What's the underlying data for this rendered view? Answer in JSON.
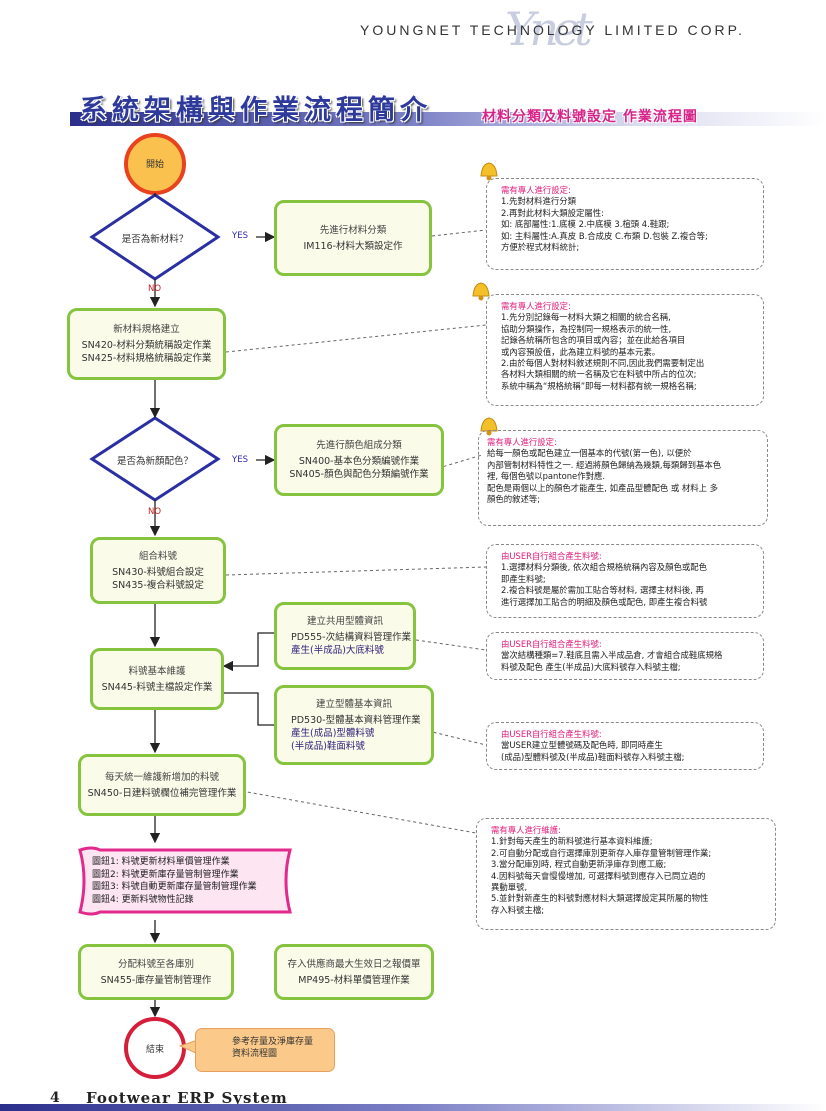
{
  "header": {
    "company": "YOUNGNET TECHNOLOGY LIMITED CORP.",
    "logo_mark": "Ynet",
    "title": "系統架構與作業流程簡介",
    "subtitle": "材料分類及料號設定  作業流程圖"
  },
  "flow": {
    "start": "開始",
    "end": "結束",
    "yes": "YES",
    "no": "NO",
    "decision1": "是否為新材料？",
    "decision2": "是否為新顏配色？",
    "box_material_class": {
      "title": "先進行材料分類",
      "lines": [
        "IM116-材料大類設定作"
      ]
    },
    "box_spec_setup": {
      "title": "新材料規格建立",
      "lines": [
        "SN420-材料分類統稱設定作業",
        "SN425-材料規格統稱設定作業"
      ]
    },
    "box_color_class": {
      "title": "先進行顏色組成分類",
      "lines": [
        "SN400-基本色分類編號作業",
        "SN405-顏色與配色分類編號作業"
      ]
    },
    "box_combine": {
      "title": "組合料號",
      "lines": [
        "SN430-料號組合設定",
        "SN435-複合料號設定"
      ]
    },
    "box_common_body": {
      "title": "建立共用型體資訊",
      "lines": [
        "PD555-次結構資料管理作業"
      ],
      "purple": [
        "產生(半成品)大底料號"
      ]
    },
    "box_item_maint": {
      "title": "料號基本維護",
      "lines": [
        "SN445-料號主檔設定作業"
      ]
    },
    "box_model_info": {
      "title": "建立型體基本資訊",
      "lines": [
        "PD530-型體基本資料管理作業"
      ],
      "purple": [
        "產生(成品)型體料號",
        "(半成品)鞋面料號"
      ]
    },
    "box_daily": {
      "title": "每天統一維護新增加的料號",
      "lines": [
        "SN450-日建料號欄位補完管理作業"
      ]
    },
    "report_lines": [
      "圖鈕1: 料號更新材料單價管理作業",
      "圖鈕2: 料號更新庫存量管制管理作業",
      "圖鈕3: 料號自動更新庫存量管制管理作業",
      "圖鈕4: 更新料號物性記錄"
    ],
    "box_warehouse": {
      "title": "分配料號至各庫別",
      "lines": [
        "SN455-庫存量管制管理作"
      ]
    },
    "box_supplier": {
      "title": "存入供應商最大生效日之報價單",
      "lines": [
        "MP495-材料單價管理作業"
      ]
    },
    "ref_note": [
      "參考存量及淨庫存量",
      "資料流程圖"
    ]
  },
  "notes": [
    {
      "heading": "需有專人進行設定:",
      "lines": [
        "1.先對材料進行分類",
        "2.再對此材料大類設定屬性:",
        "   如: 底部屬性:1.底模 2.中底模 3.楦頭 4.鞋跟;",
        "   如: 主料屬性:A.真皮 B.合成皮 C.布類 D.包裝 Z.複合等;",
        "   方便於程式材料統計;"
      ]
    },
    {
      "heading": "需有專人進行設定:",
      "lines": [
        "1.先分別記錄每一材料大類之相關的統合名稱,",
        "   協助分類操作，為控制同一規格表示的統一性,",
        "   記錄各統稱所包含的項目或內容；並在此給各項目",
        "   或內容預設值，此為建立料號的基本元素。",
        "2.由於每個人對材料敘述規則不同,因此我們需要制定出",
        "   各材料大類相關的統一名稱及它在料號中所占的位次;",
        "   系統中稱為“規格統稱”即每一材料都有統一規格名稱;"
      ]
    },
    {
      "heading": "需有專人進行設定:",
      "lines": [
        "給每一顏色或配色建立一個基本的代號(第一色), 以便於",
        "內部管制材料特性之一. 經過將顏色歸納為幾類,每類歸到基本色",
        "裡, 每個色號以pantone作對應.",
        "配色是兩個以上的顏色才能產生, 如產品型體配色 或 材料上 多",
        "顏色的敘述等;"
      ]
    },
    {
      "heading": "由USER自行組合產生料號:",
      "lines": [
        "1.選擇材料分類後, 依次組合規格統稱內容及顏色或配色",
        "   即產生料號;",
        "2.複合料號是屬於需加工貼合等材料, 選擇主材料後, 再",
        "   進行選擇加工貼合的明細及顏色或配色, 即產生複合料號"
      ]
    },
    {
      "heading": "由USER自行組合產生料號:",
      "lines": [
        "當次結構種類=7.鞋底且需入半成品倉, 才會組合成鞋底規格",
        "料號及配色 產生(半成品)大底料號存入料號主檔;"
      ]
    },
    {
      "heading": "由USER自行組合產生料號:",
      "lines": [
        "當USER建立型體號碼及配色時, 即同時產生",
        "(成品)型體料號及(半成品)鞋面料號存入料號主檔;"
      ]
    },
    {
      "heading": "需有專人進行維護:",
      "lines": [
        "1.針對每天產生的新料號進行基本資料維護;",
        "2.可自動分配或自行選擇庫別更新存入庫存量管制管理作業;",
        "3.當分配庫別時, 程式自動更新淨庫存到應工廠;",
        "4.因料號每天會慢慢增加, 可選擇料號到應存入已問立過的",
        "   異動單號,",
        "5.並針對新產生的料號對應材料大類選擇設定其所屬的物性",
        "   存入料號主檔;"
      ]
    }
  ],
  "footer": {
    "page": "4",
    "product": "Footwear ERP System"
  }
}
